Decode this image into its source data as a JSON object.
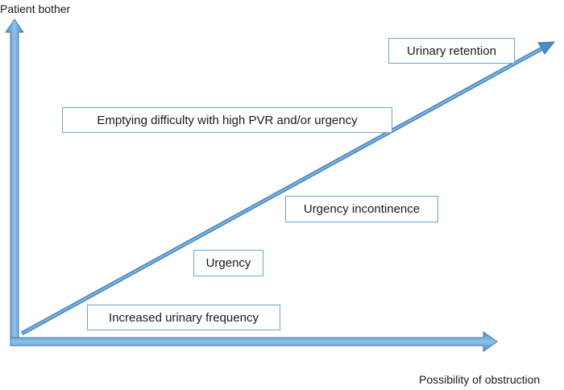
{
  "axes": {
    "y_label": "Patient bother",
    "x_label": "Possibility of obstruction"
  },
  "stages": [
    {
      "label": "Increased urinary frequency"
    },
    {
      "label": "Urgency"
    },
    {
      "label": "Urgency incontinence"
    },
    {
      "label": "Emptying difficulty with high PVR and/or urgency"
    },
    {
      "label": "Urinary retention"
    }
  ],
  "colors": {
    "arrow_fill": "#5e9bd0",
    "arrow_edge": "#3f7fb8",
    "box_border": "#6aa5d3",
    "text": "#1a1a1a"
  }
}
